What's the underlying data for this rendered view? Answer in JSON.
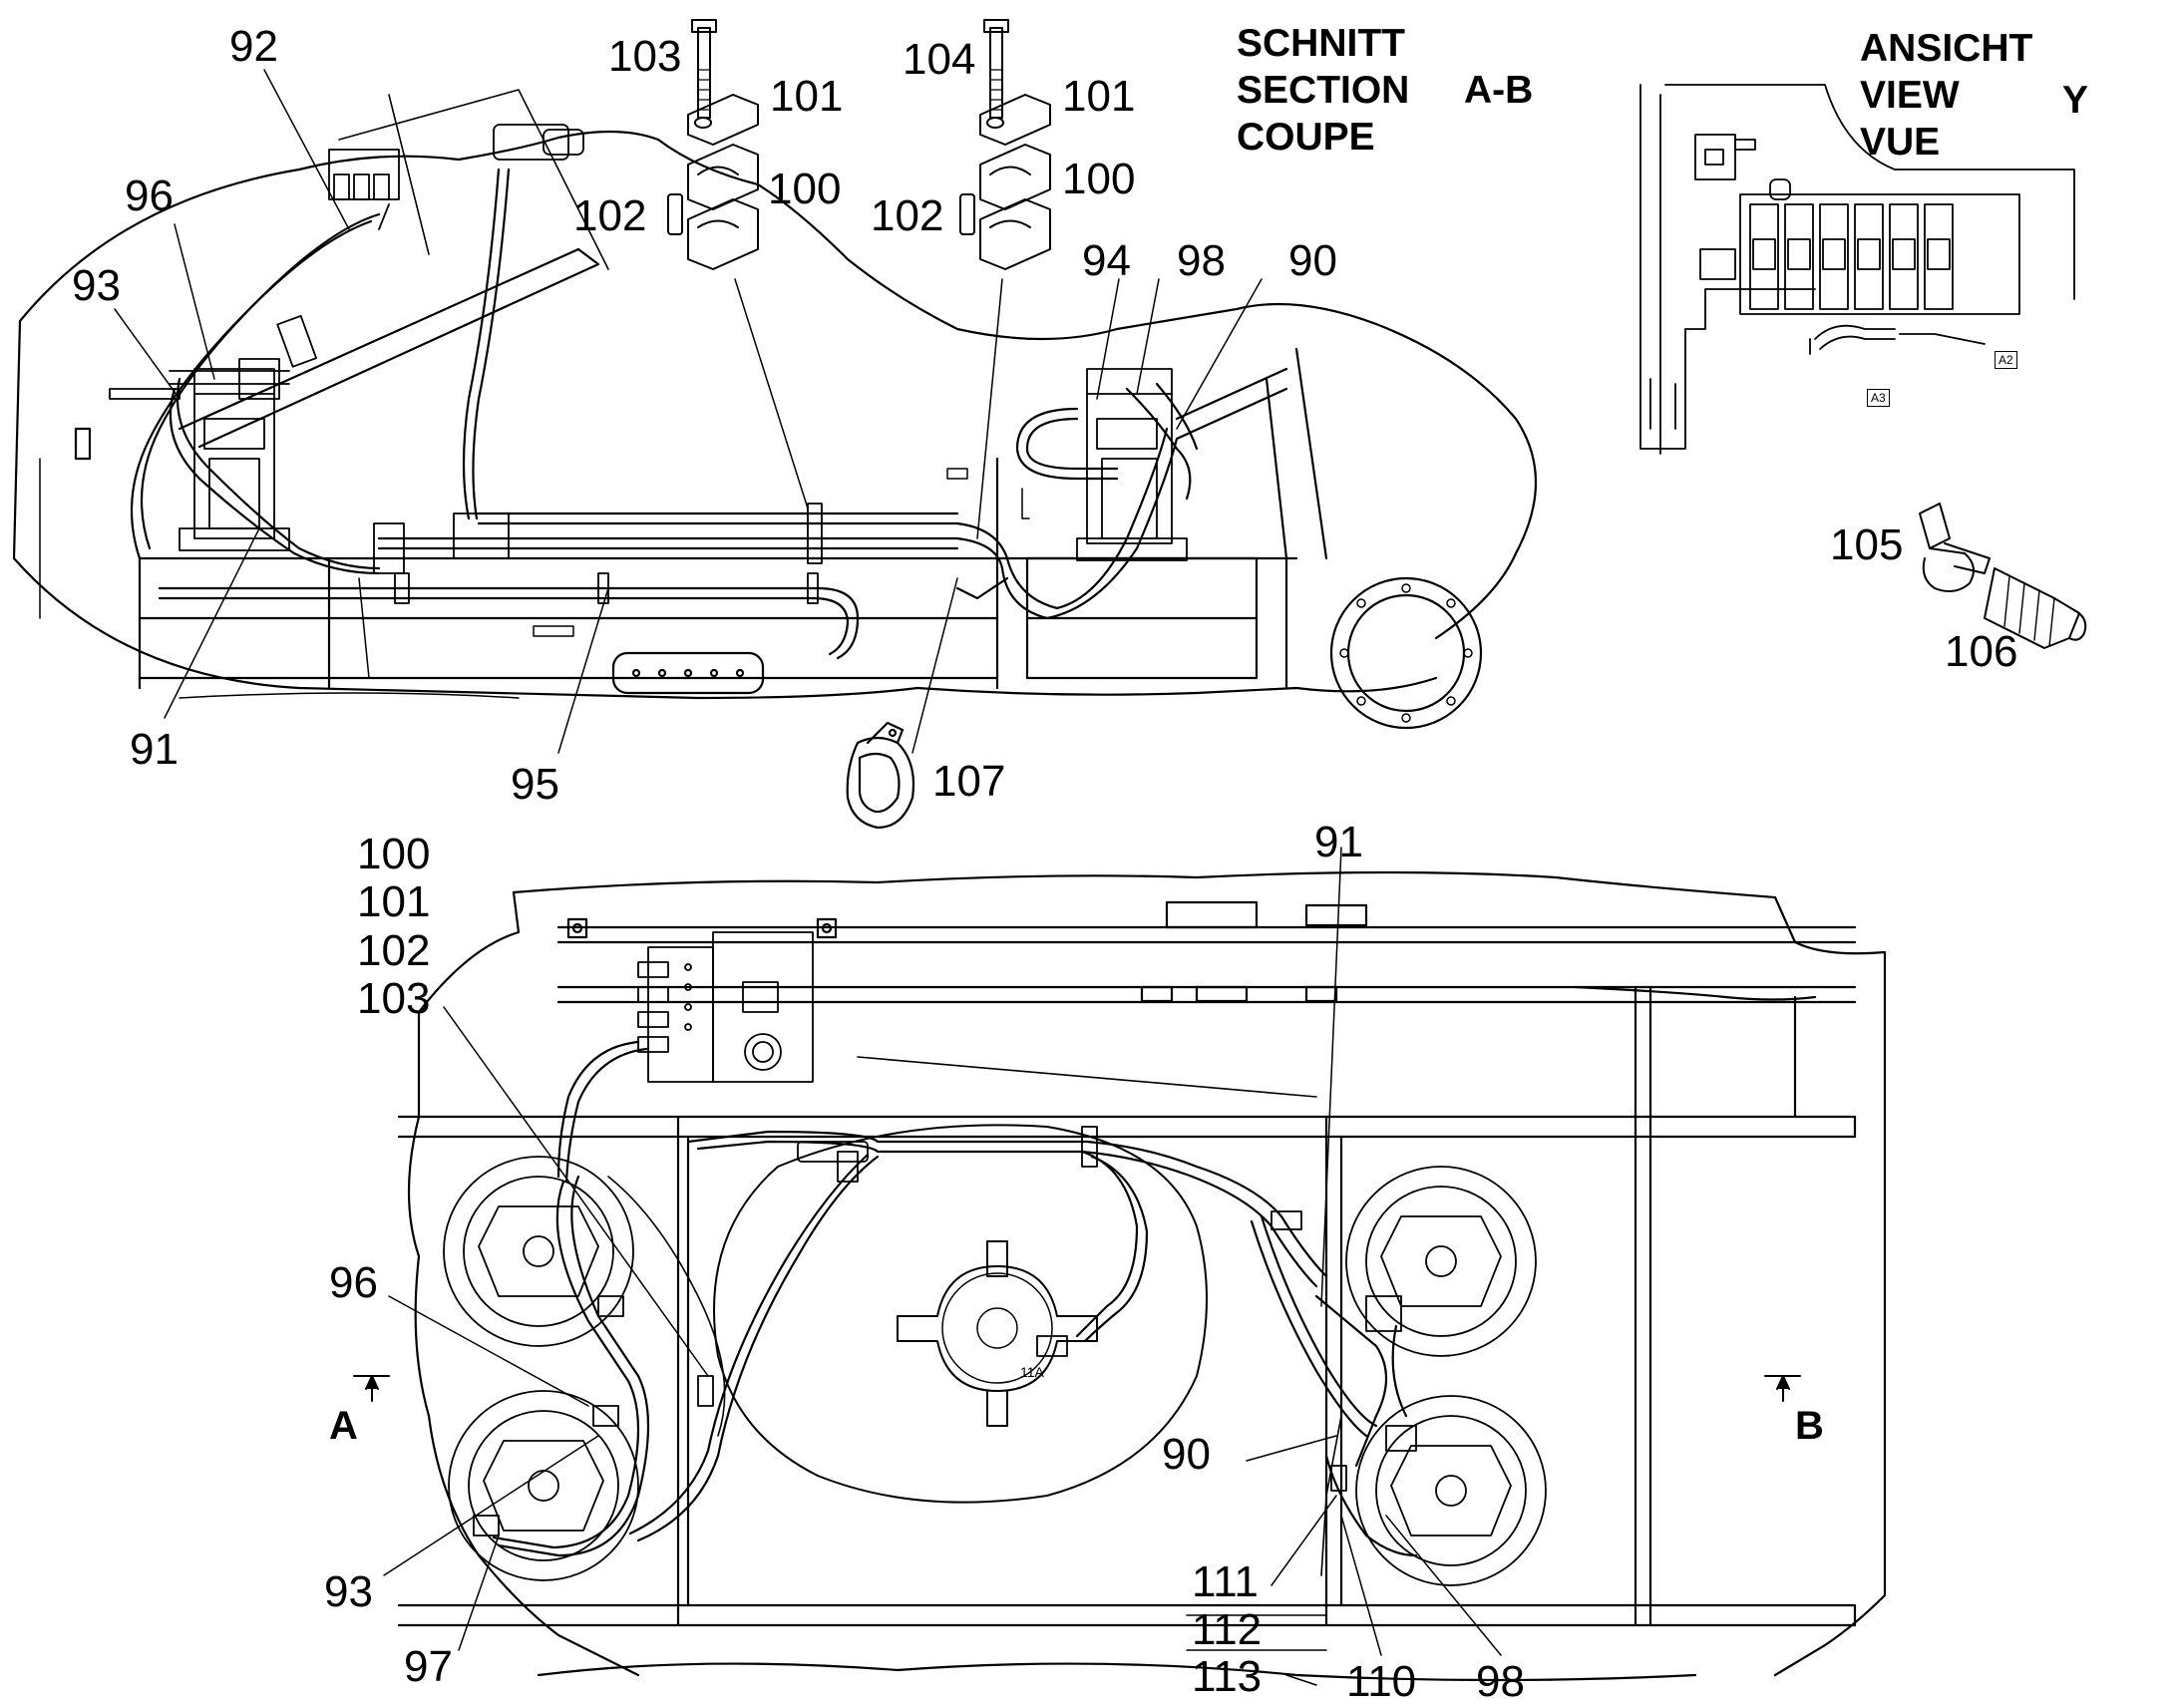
{
  "headings": {
    "section": [
      "SCHNITT",
      "SECTION",
      "COUPE"
    ],
    "section_id": "A-B",
    "view": [
      "ANSICHT",
      "VIEW",
      "VUE"
    ],
    "view_id": "Y"
  },
  "callouts": {
    "top_92": "92",
    "top_96": "96",
    "top_93": "93",
    "top_91": "91",
    "top_95": "95",
    "top_103": "103",
    "top_101a": "101",
    "top_100a": "100",
    "top_102a": "102",
    "top_104": "104",
    "top_101b": "101",
    "top_100b": "100",
    "top_102b": "102",
    "top_94": "94",
    "top_98": "98",
    "top_90": "90",
    "top_107": "107",
    "top_105": "105",
    "top_106": "106",
    "bot_100": "100",
    "bot_101": "101",
    "bot_102": "102",
    "bot_103": "103",
    "bot_91": "91",
    "bot_96": "96",
    "bot_93": "93",
    "bot_97": "97",
    "bot_90": "90",
    "bot_111": "111",
    "bot_112": "112",
    "bot_113": "113",
    "bot_110": "110",
    "bot_98": "98"
  },
  "section_markers": {
    "left": "A",
    "right": "B"
  },
  "port_tags": {
    "a2": "A2",
    "a3": "A3",
    "motor": "11A"
  }
}
